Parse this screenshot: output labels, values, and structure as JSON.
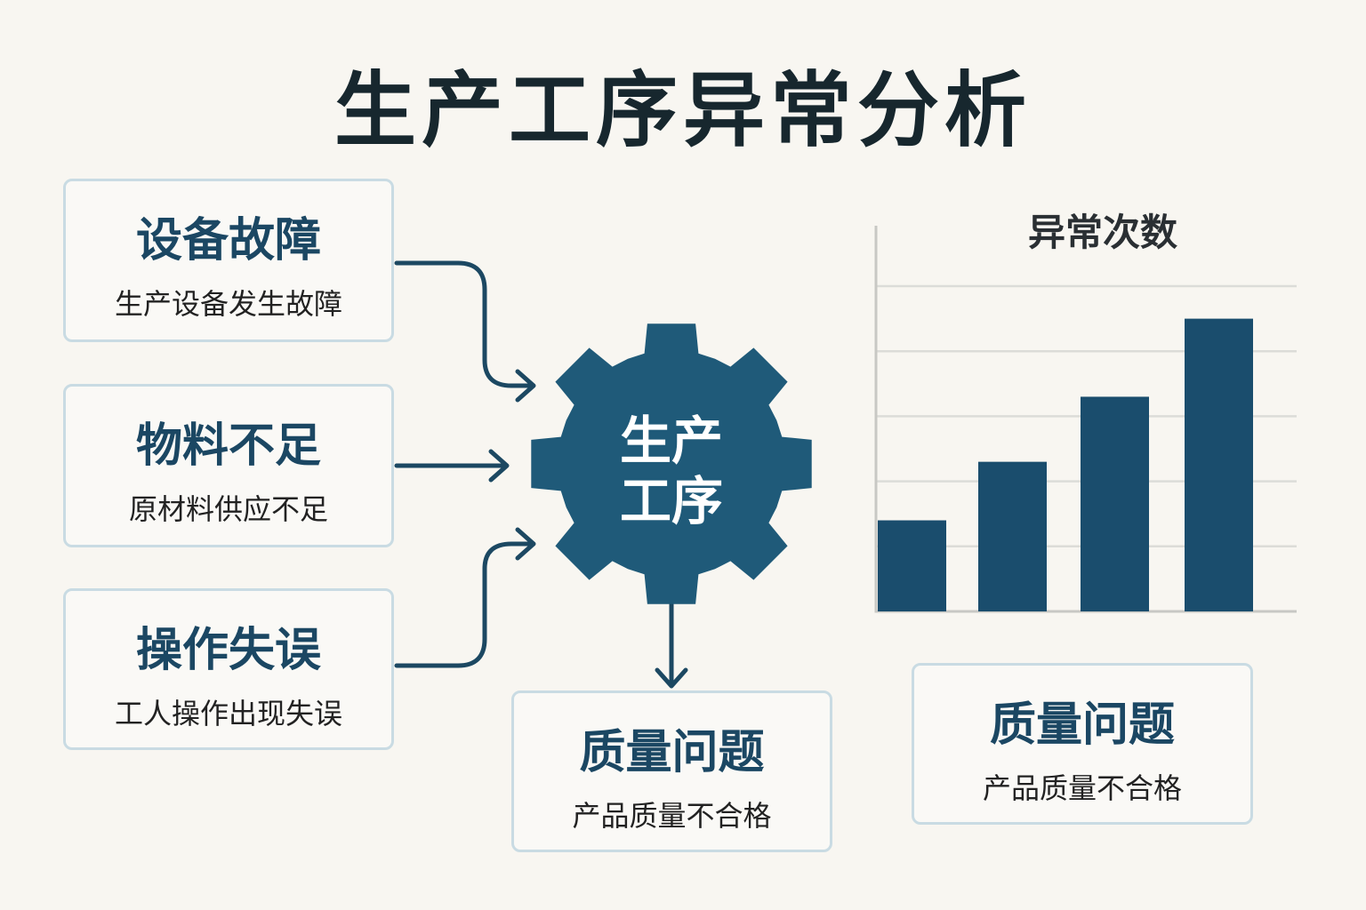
{
  "title": "生产工序异常分析",
  "causes": [
    {
      "heading": "设备故障",
      "desc": "生产设备发生故障"
    },
    {
      "heading": "物料不足",
      "desc": "原材料供应不足"
    },
    {
      "heading": "操作失误",
      "desc": "工人操作出现失误"
    }
  ],
  "process": {
    "line1": "生产",
    "line2": "工序",
    "icon": "gear-icon"
  },
  "result": {
    "heading": "质量问题",
    "desc": "产品质量不合格"
  },
  "chart_box": {
    "heading": "质量问题",
    "desc": "产品质量不合格"
  },
  "colors": {
    "gear": "#1f5a79",
    "bar": "#1a4d6d",
    "arrow": "#1c4862"
  },
  "chart_data": {
    "type": "bar",
    "title": "异常次数",
    "categories": [
      "",
      "",
      "",
      ""
    ],
    "values": [
      1.4,
      2.3,
      3.3,
      4.5
    ],
    "xlabel": "",
    "ylabel": "",
    "ylim": [
      0,
      5
    ],
    "grid": true,
    "legend": "none"
  }
}
